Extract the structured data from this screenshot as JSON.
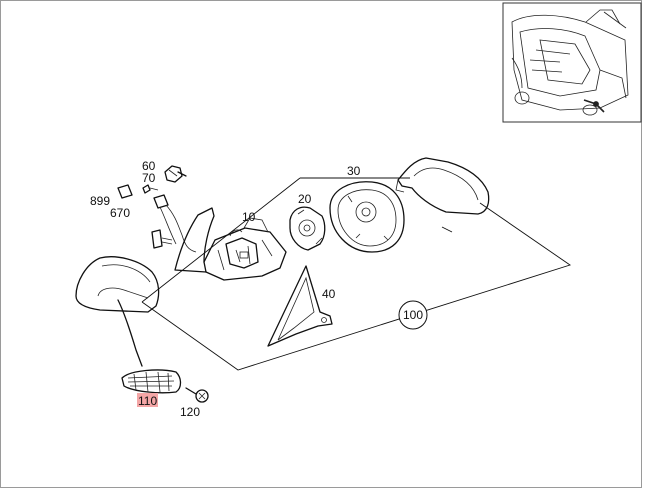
{
  "diagram": {
    "highlight_color": "#f4a6a6",
    "line_color": "#111111",
    "part_labels": {
      "p60": "60",
      "p70": "70",
      "p899": "899",
      "p670": "670",
      "p10": "10",
      "p20": "20",
      "p30": "30",
      "p40": "40",
      "p100": "100",
      "p110": "110",
      "p120": "120"
    },
    "inset": {
      "icon": "car-location-icon"
    }
  }
}
